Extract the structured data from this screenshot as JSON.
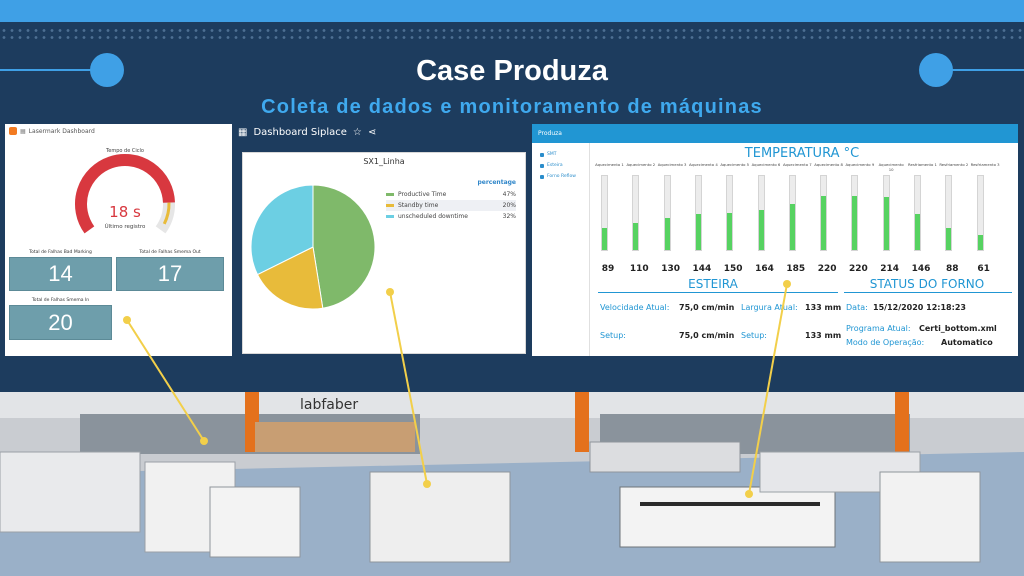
{
  "header": {
    "title": "Case Produza",
    "subtitle": "Coleta de dados e monitoramento de máquinas"
  },
  "lasermark": {
    "title": "Lasermark Dashboard",
    "gauge_label": "Tempo de Ciclo",
    "gauge_value": "18 s",
    "gauge_sub": "Último registro",
    "gauge_level": 0.85,
    "stats": [
      {
        "label": "Total de Falhas Bad Marking",
        "value": "14"
      },
      {
        "label": "Total de Falhas Smema Out",
        "value": "17"
      },
      {
        "label": "Total de Falhas Smema In",
        "value": "20"
      }
    ]
  },
  "siplace": {
    "title": "Dashboard Siplace",
    "legend_header": "percentage",
    "chart_data": {
      "type": "pie",
      "title": "SX1_Linha",
      "categories": [
        "Productive Time",
        "Standby time",
        "unscheduled downtime"
      ],
      "values": [
        47,
        20,
        32
      ],
      "colors": [
        "#7fb96a",
        "#e8bb3a",
        "#6ccfe3"
      ],
      "labels": [
        "47%",
        "20%",
        "32%"
      ]
    }
  },
  "produza": {
    "app_title": "Produza",
    "sidebar": [
      "SMT",
      "Esteira",
      "Forno Reflow"
    ],
    "temperature_title": "TEMPERATURA °C",
    "chart_data": {
      "type": "bar",
      "categories": [
        "Aquecimento 1",
        "Aquecimento 2",
        "Aquecimento 3",
        "Aquecimento 4",
        "Aquecimento 5",
        "Aquecimento 6",
        "Aquecimento 7",
        "Aquecimento 8",
        "Aquecimento 9",
        "Aquecimento 10",
        "Resfriamento 1",
        "Resfriamento 2",
        "Resfriamento 3"
      ],
      "values": [
        89,
        110,
        130,
        144,
        150,
        164,
        185,
        220,
        220,
        214,
        146,
        88,
        61
      ],
      "labels": [
        "89",
        "110",
        "130",
        "144",
        "150",
        "164",
        "185",
        "220",
        "220",
        "214",
        "146",
        "88",
        "61"
      ],
      "ylim": [
        0,
        300
      ]
    },
    "esteira": {
      "title": "ESTEIRA",
      "velocidade_label": "Velocidade Atual:",
      "velocidade_value": "75,0 cm/min",
      "largura_label": "Largura Atual:",
      "largura_value": "133 mm",
      "setup_label": "Setup:",
      "setup_value": "75,0 cm/min",
      "setup2_label": "Setup:",
      "setup2_value": "133 mm"
    },
    "forno": {
      "title": "STATUS DO FORNO",
      "data_label": "Data:",
      "data_value": "15/12/2020 12:18:23",
      "programa_label": "Programa Atual:",
      "programa_value": "Certi_bottom.xml",
      "modo_label": "Modo de Operação:",
      "modo_value": "Automatico"
    }
  },
  "factory": {
    "sign": "labfaber"
  },
  "colors": {
    "background": "#1d3c5e",
    "accent": "#3fa0e6",
    "gauge_red": "#d8383f",
    "stat_tile": "#6e9eab",
    "pointer": "#f2cf4a",
    "temp_fill": "#56d261"
  }
}
